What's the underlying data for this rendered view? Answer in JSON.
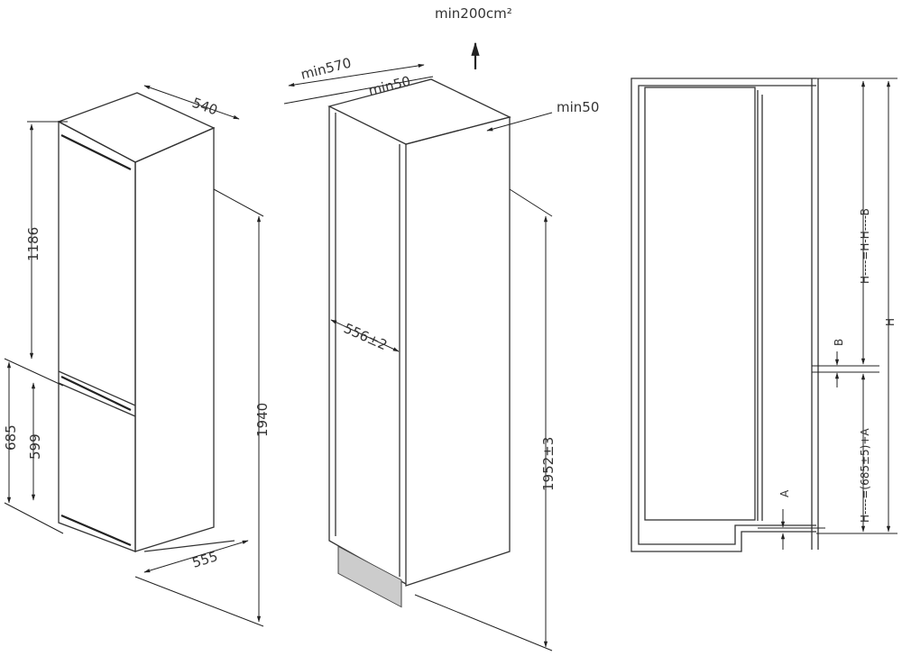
{
  "appliance_view": {
    "dims": {
      "depth_top": "540",
      "upper_door": "1186",
      "lower_height": "685",
      "lower_door": "599",
      "total_height": "1940",
      "depth_bottom": "555"
    }
  },
  "niche_view": {
    "ventilation": "min200cm²",
    "dims": {
      "depth": "min570",
      "rear_gap": "min50",
      "top_gap": "min50",
      "width": "556±2",
      "height": "1952±3"
    }
  },
  "side_view": {
    "labels": {
      "upper_formula": "H----=H-H----B",
      "lower_formula": "H----=(685±5)+A",
      "total": "H",
      "gap_b": "B",
      "gap_a": "A"
    }
  }
}
